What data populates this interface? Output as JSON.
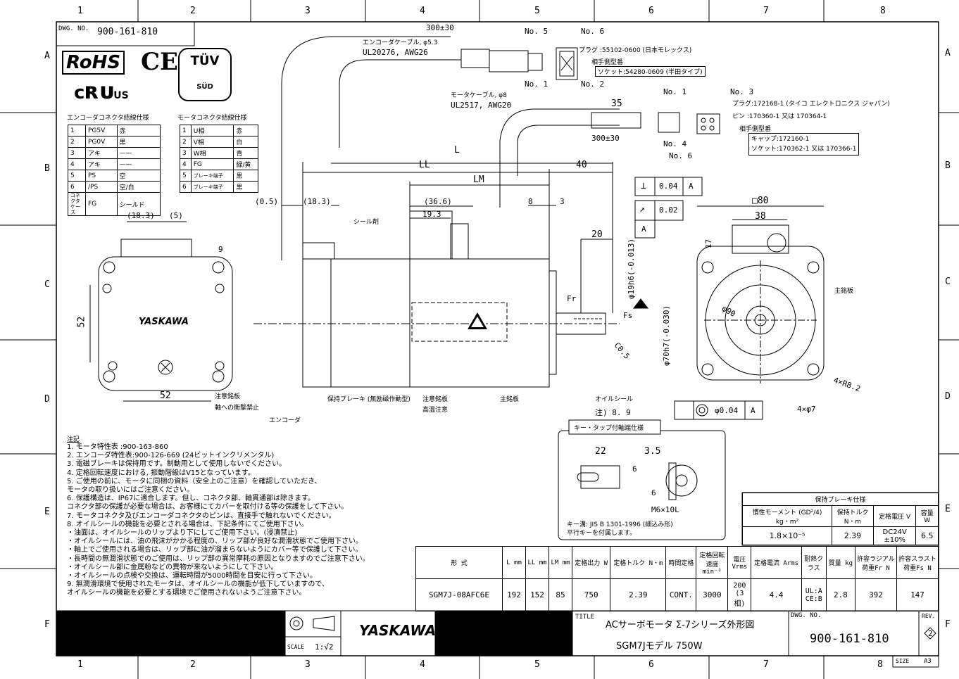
{
  "grid": {
    "cols": [
      "1",
      "2",
      "3",
      "4",
      "5",
      "6",
      "7",
      "8"
    ],
    "rows": [
      "A",
      "B",
      "C",
      "D",
      "E",
      "F"
    ]
  },
  "header": {
    "dwg_no_label": "DWG. NO.",
    "dwg_no": "900-161-810"
  },
  "certs": {
    "rohs": "RoHS",
    "ce": "CE",
    "tuv": "TÜV",
    "tuv_sub": "SÜD",
    "ul": "US"
  },
  "encoder_table": {
    "title": "エンコーダコネクタ結線仕様",
    "rows": [
      [
        "1",
        "PG5V",
        "赤"
      ],
      [
        "2",
        "PG0V",
        "黒"
      ],
      [
        "3",
        "アキ",
        "——"
      ],
      [
        "4",
        "アキ",
        "——"
      ],
      [
        "5",
        "PS",
        "空"
      ],
      [
        "6",
        "/PS",
        "空/白"
      ],
      [
        "コネクタケース",
        "FG",
        "シールド"
      ]
    ]
  },
  "motor_table": {
    "title": "モータコネクタ結線仕様",
    "rows": [
      [
        "1",
        "U相",
        "赤"
      ],
      [
        "2",
        "V相",
        "白"
      ],
      [
        "3",
        "W相",
        "青"
      ],
      [
        "4",
        "FG",
        "緑/黄"
      ],
      [
        "5",
        "ブレーキ端子",
        "黒"
      ],
      [
        "6",
        "ブレーキ端子",
        "黒"
      ]
    ]
  },
  "callouts": {
    "enc_cable": "エンコーダケーブル, φ5.3",
    "enc_cable_ul": "UL20276, AWG26",
    "len300a": "300±30",
    "no5": "No. 5",
    "no6": "No. 6",
    "no1": "No. 1",
    "no2": "No. 2",
    "plug1": "プラグ :55102-0600 (日本モレックス)",
    "mate1": "相手側型番",
    "socket1": "ソケット:54280-0609 (半田タイプ)",
    "mot_cable": "モータケーブル, φ8",
    "mot_cable_ul": "UL2517, AWG20",
    "d35": "35",
    "len300b": "300±30",
    "m_no1": "No. 1",
    "m_no3": "No. 3",
    "m_no4": "No. 4",
    "m_no6": "No. 6",
    "plug2": "プラグ:172168-1 (タイコ エレクトロニクス ジャパン)",
    "pin2": "ピン :170360-1 又は 170364-1",
    "mate2": "相手側型番",
    "cap2": "キャップ:172160-1",
    "socket2": "ソケット:170362-1 又は 170366-1",
    "L": "L",
    "LL": "LL",
    "LM": "LM",
    "d40": "40",
    "d05": "(0.5)",
    "d183": "(18.3)",
    "d366": "(36.6)",
    "d193": "19.3",
    "d8": "8",
    "d3": "3",
    "d20": "20",
    "seal": "シール剤",
    "tol1": "0.04",
    "tol1_ref": "A",
    "tol2": "0.02",
    "datum": "A",
    "shaft": "φ19h6(-0.013)",
    "pilot": "φ70h7(-0.030)",
    "fr": "Fr",
    "fs": "Fs",
    "c05": "C0.5",
    "sq80": "□80",
    "d38": "38",
    "d17": "17",
    "phi90": "φ90",
    "nameplate": "主銘板",
    "r82": "4×R8.2",
    "phi7": "4×φ7",
    "conc": "φ0.04",
    "conc_ref": "A",
    "oilseal": "オイルシール",
    "note89": "注) 8. 9",
    "brake": "保持ブレーキ (無励磁作動型)",
    "caution": "注意銘板",
    "hv": "高温注意",
    "nameplate2": "主銘板",
    "encoder": "エンコーダ",
    "d183b": "(18.3)",
    "d5": "(5)",
    "d9": "9",
    "d52v": "52",
    "d52h": "52",
    "caution2": "注意銘板",
    "impact": "軸への衝撃禁止",
    "brand": "YASKAWA"
  },
  "key_detail": {
    "title": "キー・タップ付軸端仕様",
    "d22": "22",
    "d35": "3.5",
    "d6a": "6",
    "d6b": "6",
    "tap": "M6×10L",
    "key": "キー溝: JIS B 1301-1996 (細込み形)",
    "key2": "平行キーを付属します。"
  },
  "notes": {
    "title": "注記",
    "lines": [
      "1. モータ特性表 :900-163-860",
      "2. エンコーダ特性表:900-126-669 (24ビットインクリメンタル)",
      "3. 電磁ブレーキは保持用です。制動用として使用しないでください。",
      "4. 定格回転速度における, 振動階級はV15となっています。",
      "5. ご使用の前に、モータに同梱の資料（安全上のご注意）を確認していただき、",
      "   モータの取り扱いにはご注意ください。",
      "6. 保護構造は、IP67に適合します。但し、コネクタ部、軸貫通部は除きます。",
      "   コネクタ部の保護が必要な場合は、お客様にてカバーを取付ける等の保護をして下さい。",
      "7. モータコネクタ及びエンコーダコネクタのピンは、直接手で触れないでください。",
      "8. オイルシールの機能を必要とされる場合は、下記条件にてご使用下さい。",
      "   ・油面は、オイルシールのリップより下にしてご使用下さい。(浸漬禁止)",
      "   ・オイルシールには、油の飛沫がかかる程度の、リップ部が良好な潤滑状態でご使用下さい。",
      "   ・軸上でご使用される場合は、リップ部に油が溜まらないようにカバー等で保護して下さい。",
      "   ・長時間の無潤滑状態でのご使用は、リップ部の異常摩耗の原因となりますのでご注意下さい。",
      "   ・オイルシール部に金属粉などの異物が来ないようにして下さい。",
      "   ・オイルシールの点検や交換は、運転時間が5000時間を目安に行って下さい。",
      "9. 無潤滑環境で使用されたモータは、オイルシールの機能が低下していますので、",
      "   オイルシールの機能を必要とする環境でご使用されないようご注意下さい。"
    ]
  },
  "brake_table": {
    "title": "保持ブレーキ仕様",
    "headers": [
      "慣性モーメント (GD²/4) kg・m²",
      "保持トルク N・m",
      "定格電圧 V",
      "容量 W"
    ],
    "values": [
      "1.8×10⁻⁵",
      "2.39",
      "DC24V ±10%",
      "6.5"
    ]
  },
  "main_table": {
    "headers": [
      "形 式",
      "L mm",
      "LL mm",
      "LM mm",
      "定格出力 W",
      "定格トルク N・m",
      "時間定格",
      "定格回転速度 min⁻¹",
      "電圧 Vrms",
      "定格電流 Arms",
      "耐熱クラス",
      "質量 kg",
      "許容ラジアル荷重Fr N",
      "許容スラスト荷重Fs N"
    ],
    "row": [
      "SGM7J-08AFC6E",
      "192",
      "152",
      "85",
      "750",
      "2.39",
      "CONT.",
      "3000",
      "200 (3相)",
      "4.4",
      "UL:A CE:B",
      "2.8",
      "392",
      "147"
    ]
  },
  "title_block": {
    "scale_label": "SCALE",
    "scale": "1:√2",
    "brand": "YASKAWA",
    "title_label": "TITLE",
    "title1": "ACサーボモータ Σ-7シリーズ外形図",
    "title2": "SGM7Jモデル 750W",
    "dwg_label": "DWG. NO.",
    "dwg": "900-161-810",
    "rev_label": "REV.",
    "rev": "2",
    "size_label": "SIZE",
    "size": "A3"
  }
}
